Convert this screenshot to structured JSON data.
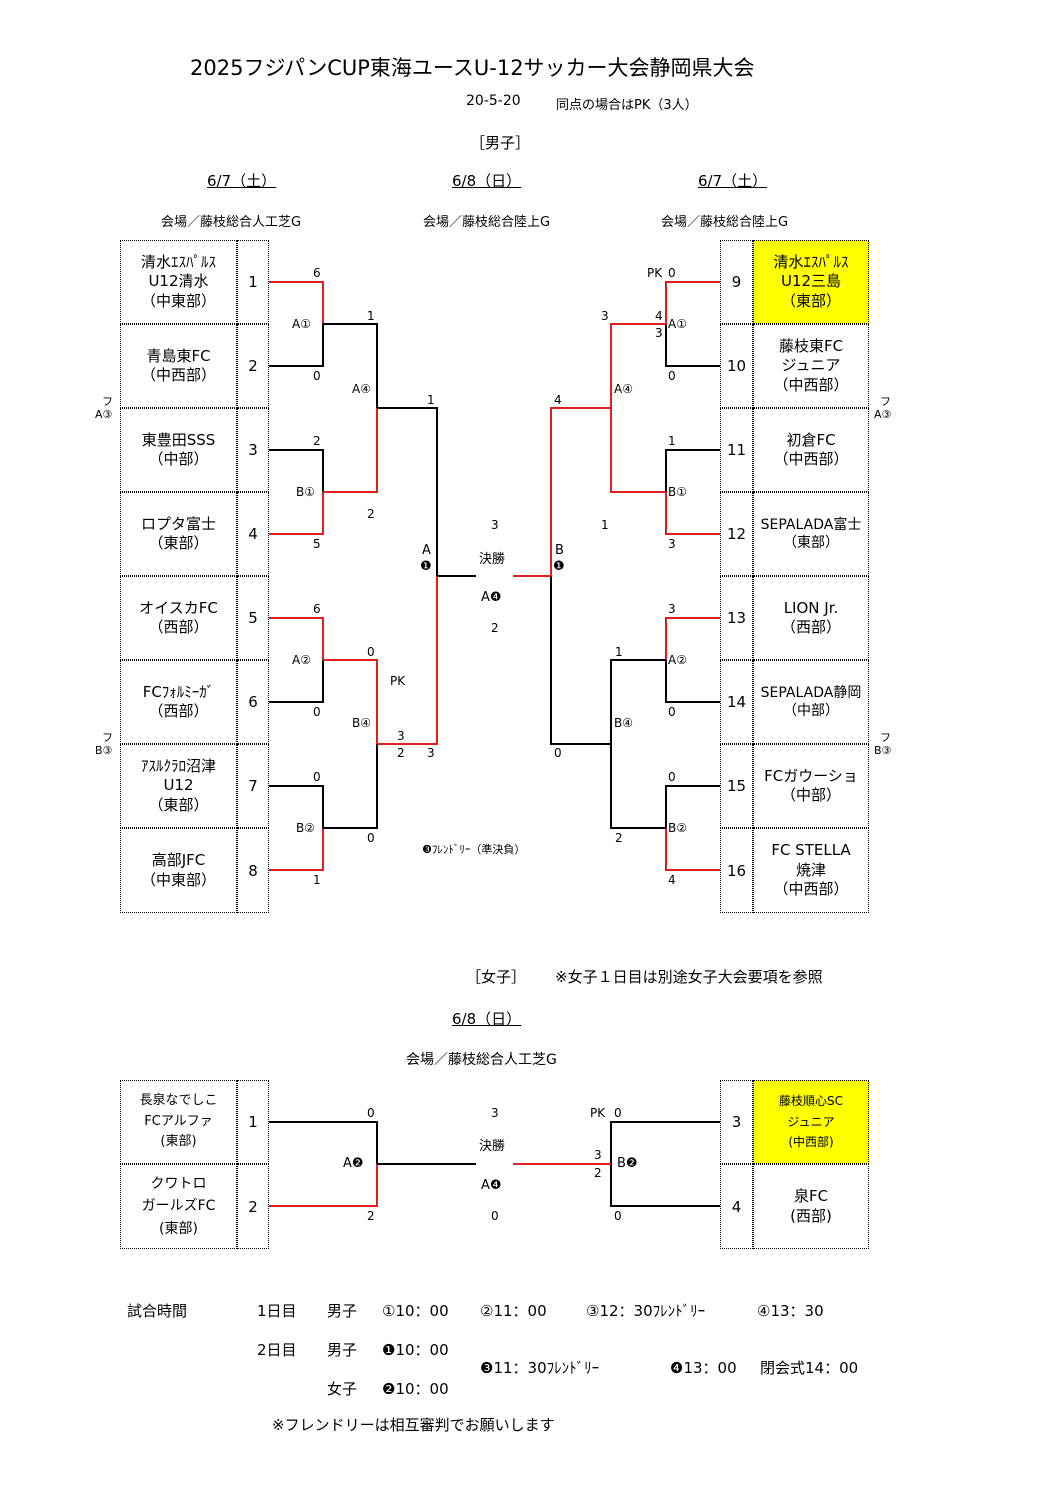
{
  "title": "2025フジパンCUP東海ユースU-12サッカー大会静岡県大会",
  "version": "20-5-20",
  "pk_note": "同点の場合はPK（3人）",
  "boys": {
    "section": "［男子］",
    "date_left": "6/7（土）",
    "date_center": "6/8（日）",
    "date_right": "6/7（土）",
    "venue_left": "会場／藤枝総合人工芝G",
    "venue_center": "会場／藤枝総合陸上G",
    "venue_right": "会場／藤枝総合陸上G",
    "left_teams": [
      {
        "seed": "1",
        "l1": "清水ｴｽﾊﾟﾙｽ",
        "l2": "U12清水",
        "l3": "（中東部）"
      },
      {
        "seed": "2",
        "l1": "青島東FC",
        "l2": "（中西部）",
        "l3": ""
      },
      {
        "seed": "3",
        "l1": "東豊田SSS",
        "l2": "（中部）",
        "l3": ""
      },
      {
        "seed": "4",
        "l1": "ロプタ富士",
        "l2": "（東部）",
        "l3": ""
      },
      {
        "seed": "5",
        "l1": "オイスカFC",
        "l2": "（西部）",
        "l3": ""
      },
      {
        "seed": "6",
        "l1": "FCﾌｫﾙﾐｰｶﾞ",
        "l2": "（西部）",
        "l3": ""
      },
      {
        "seed": "7",
        "l1": "ｱｽﾙｸﾗﾛ沼津",
        "l2": "U12",
        "l3": "（東部）"
      },
      {
        "seed": "8",
        "l1": "高部JFC",
        "l2": "（中東部）",
        "l3": ""
      }
    ],
    "right_teams": [
      {
        "seed": "9",
        "l1": "清水ｴｽﾊﾟﾙｽ",
        "l2": "U12三島",
        "l3": "（東部）",
        "highlight": true
      },
      {
        "seed": "10",
        "l1": "藤枝東FC",
        "l2": "ジュニア",
        "l3": "（中西部）"
      },
      {
        "seed": "11",
        "l1": "初倉FC",
        "l2": "（中西部）",
        "l3": ""
      },
      {
        "seed": "12",
        "l1": "SEPALADA富士",
        "l2": "（東部）",
        "l3": ""
      },
      {
        "seed": "13",
        "l1": "LION Jr.",
        "l2": "（西部）",
        "l3": ""
      },
      {
        "seed": "14",
        "l1": "SEPALADA静岡",
        "l2": "（中部）",
        "l3": ""
      },
      {
        "seed": "15",
        "l1": "FCガウーショ",
        "l2": "（中部）",
        "l3": ""
      },
      {
        "seed": "16",
        "l1": "FC STELLA",
        "l2": "焼津",
        "l3": "（中西部）"
      }
    ],
    "left_side_labels": {
      "f1": "フ",
      "a3": "A③",
      "f2": "フ",
      "b3": "B③"
    },
    "right_side_labels": {
      "f1": "フ",
      "a3": "A③",
      "f2": "フ",
      "b3": "B③"
    },
    "match_labels": {
      "a1": "A①",
      "b1": "B①",
      "a2": "A②",
      "b2": "B②",
      "a4": "A④",
      "b4": "B④",
      "ra1": "A①",
      "rb1": "B①",
      "ra2": "A②",
      "rb2": "B②",
      "ra4": "A④",
      "rb4": "B④",
      "semiA_letter": "A",
      "semiA_num": "❶",
      "semiB_letter": "B",
      "semiB_num": "❶",
      "final": "決勝",
      "final_code": "A❹",
      "friendly": "❸ﾌﾚﾝﾄﾞﾘｰ（準決負）"
    },
    "scores": {
      "s1": "6",
      "s2": "0",
      "s3": "2",
      "s4": "5",
      "s5": "6",
      "s6": "0",
      "s7": "0",
      "s8": "1",
      "a1a4": "1",
      "b1a4": "2",
      "a2b4": "0",
      "b2b4": "0",
      "a4semi": "1",
      "b4semi": "3",
      "b4semi_pk": "2",
      "b4semi_pk_label": "PK",
      "semi_left_b": "3",
      "r9": "0",
      "r9pk": "PK",
      "r10": "0",
      "r_a1_top": "4",
      "r_a1_bot": "3",
      "r11": "1",
      "r12": "3",
      "r13": "3",
      "r14": "0",
      "r15": "0",
      "r16": "4",
      "r_a1a4": "3",
      "r_b1a4": "1",
      "r_a2b4": "1",
      "r_b2b4": "2",
      "r_a4semi": "4",
      "r_b4semi": "0",
      "final_top": "3",
      "final_bot": "2"
    }
  },
  "girls": {
    "section": "［女子］",
    "note": "※女子１日目は別途女子大会要項を参照",
    "date": "6/8（日）",
    "venue": "会場／藤枝総合人工芝G",
    "left_teams": [
      {
        "seed": "1",
        "l1": "長泉なでしこ",
        "l2": "FCアルファ",
        "l3": "(東部)"
      },
      {
        "seed": "2",
        "l1": "クワトロ",
        "l2": "ガールズFC",
        "l3": "(東部)"
      }
    ],
    "right_teams": [
      {
        "seed": "3",
        "l1": "藤枝順心SC",
        "l2": "ジュニア",
        "l3": "(中西部)",
        "highlight": true
      },
      {
        "seed": "4",
        "l1": "泉FC",
        "l2": "(西部)",
        "l3": ""
      }
    ],
    "labels": {
      "a2": "A❷",
      "b2": "B❷",
      "final": "決勝",
      "final_code": "A❹"
    },
    "scores": {
      "s1": "0",
      "s2": "2",
      "s3": "0",
      "s3pk": "PK",
      "s4": "0",
      "pk_top": "3",
      "pk_bot": "2",
      "final_top": "3",
      "final_bot": "0"
    }
  },
  "schedule": {
    "label": "試合時間",
    "day1": "1日目",
    "day2": "2日目",
    "boys": "男子",
    "girls": "女子",
    "d1_1": "①10：00",
    "d1_2": "②11：00",
    "d1_3": "③12：30ﾌﾚﾝﾄﾞﾘｰ",
    "d1_4": "④13：30",
    "d2_1": "❶10：00",
    "d2_3": "❸11：30ﾌﾚﾝﾄﾞﾘｰ",
    "d2_4": "❹13：00",
    "closing": "閉会式14：00",
    "girls_2": "❷10：00",
    "friendly_note": "※フレンドリーは相互審判でお願いします"
  },
  "colors": {
    "win_line": "#e02020",
    "line": "#000000",
    "highlight": "#ffff00"
  }
}
